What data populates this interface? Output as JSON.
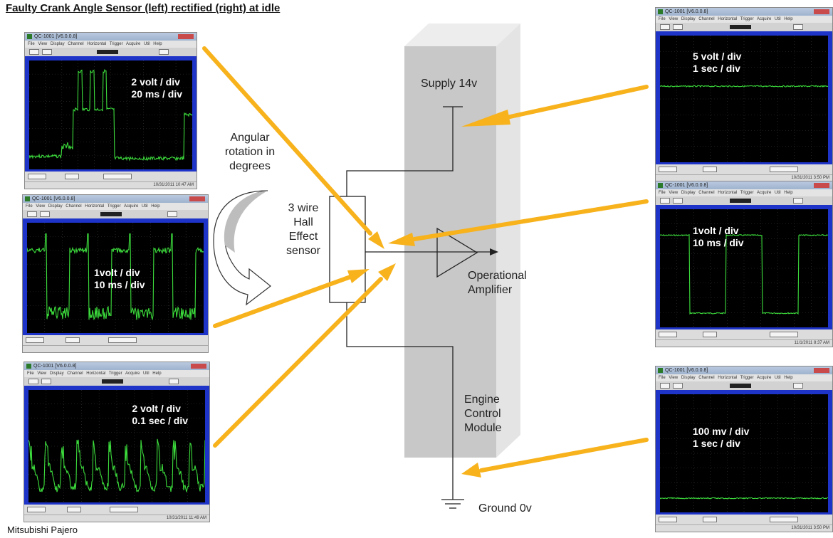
{
  "title": "Faulty Crank Angle Sensor (left) rectified (right) at idle",
  "footer": "Mitsubishi Pajero",
  "labels": {
    "angular": "Angular\nrotation in\ndegrees",
    "sensor": "3 wire\nHall\nEffect\nsensor",
    "supply": "Supply 14v",
    "opamp": "Operational\nAmplifier",
    "ecm": "Engine\nControl\nModule",
    "ground": "Ground 0v"
  },
  "scope_window": {
    "title": "QC-1001 [V6.0.0.8]",
    "menu": "File View Display Channel Horizontal Trigger Acquire Util Help"
  },
  "scopes": [
    {
      "id": "left-top",
      "label": "2 volt / div\n20 ms / div",
      "timestamp": "10/31/2011 10:47 AM",
      "trace": "faulty-supply"
    },
    {
      "id": "left-mid",
      "label": "1volt / div\n10 ms / div",
      "timestamp": "",
      "trace": "faulty-signal"
    },
    {
      "id": "left-bottom",
      "label": "2 volt / div\n0.1 sec / div",
      "timestamp": "10/31/2011 11:49 AM",
      "trace": "faulty-ground"
    },
    {
      "id": "right-top",
      "label": "5 volt / div\n1 sec / div",
      "timestamp": "10/31/2011 3:50 PM",
      "trace": "good-supply"
    },
    {
      "id": "right-mid",
      "label": "1volt / div\n10 ms / div",
      "timestamp": "11/1/2011 8:37 AM",
      "trace": "good-signal"
    },
    {
      "id": "right-bottom",
      "label": "100 mv / div\n1 sec / div",
      "timestamp": "10/31/2011 3:50 PM",
      "trace": "good-ground"
    }
  ],
  "colors": {
    "arrow": "#f7b21c",
    "ecm_box_front": "#c8c8c8",
    "ecm_box_side": "#e6e6e6",
    "trace": "#3cdc3c",
    "scope_frame": "#1e33c8"
  }
}
